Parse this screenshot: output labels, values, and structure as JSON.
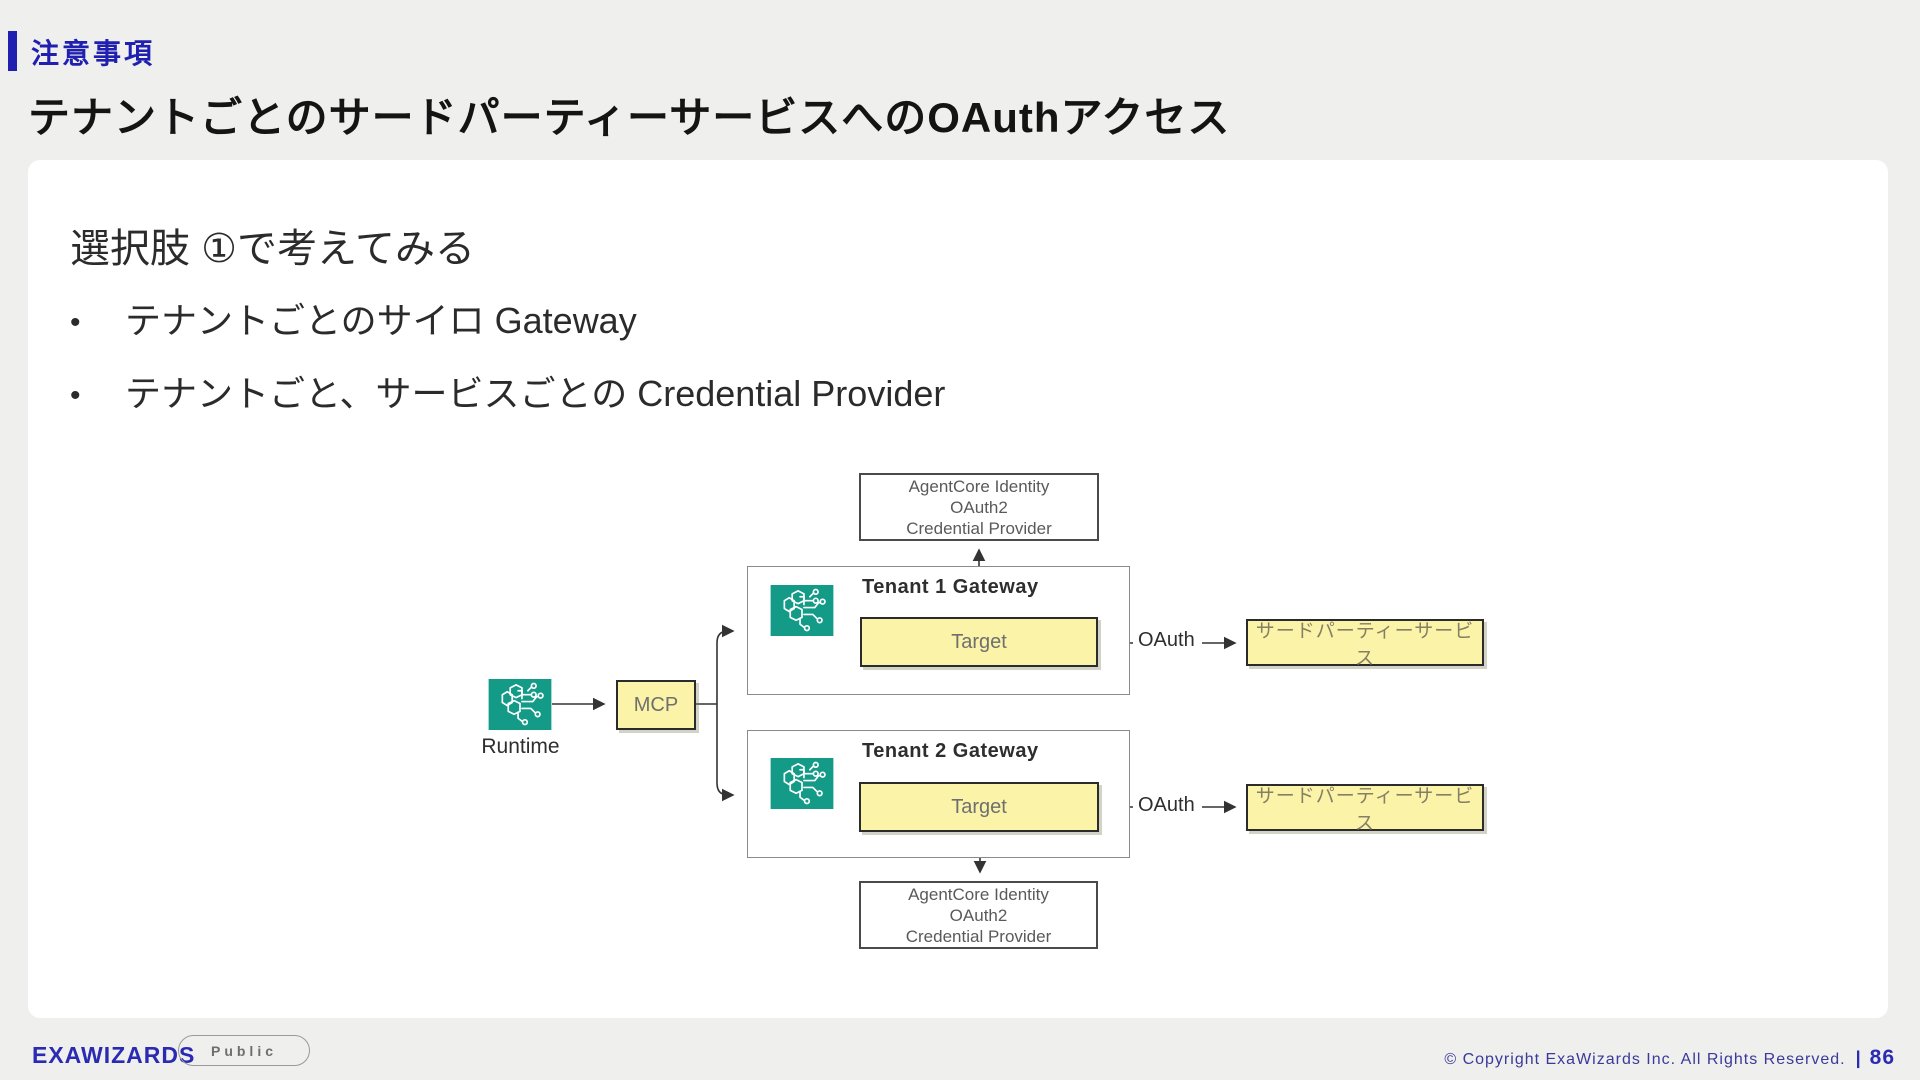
{
  "header": {
    "kicker": "注意事項",
    "title": "テナントごとのサードパーティーサービスへのOAuthアクセス",
    "accent_color": "#1f1fb0"
  },
  "content": {
    "heading": "選択肢 ①で考えてみる",
    "bullet_char": "•",
    "bullets": [
      "テナントごとのサイロ Gateway",
      "テナントごと、サービスごとの Credential Provider"
    ]
  },
  "diagram": {
    "runtime": {
      "label": "Runtime",
      "icon": "agentcore-runtime-icon",
      "icon_color": "#149b87"
    },
    "mcp": {
      "label": "MCP",
      "fill_color": "#faf3a8"
    },
    "credential_provider": {
      "lines": [
        "AgentCore Identity",
        "OAuth2",
        "Credential Provider"
      ]
    },
    "gateways": [
      {
        "title": "Tenant 1 Gateway",
        "target_label": "Target",
        "oauth_label": "OAuth",
        "service_label": "サードパーティーサービス"
      },
      {
        "title": "Tenant 2 Gateway",
        "target_label": "Target",
        "oauth_label": "OAuth",
        "service_label": "サードパーティーサービス"
      }
    ]
  },
  "footer": {
    "logo": "EXAWIZARDS",
    "badge": "Public",
    "copyright": "© Copyright ExaWizards Inc. All Rights Reserved.",
    "pipe": "|",
    "page_number": "86"
  }
}
